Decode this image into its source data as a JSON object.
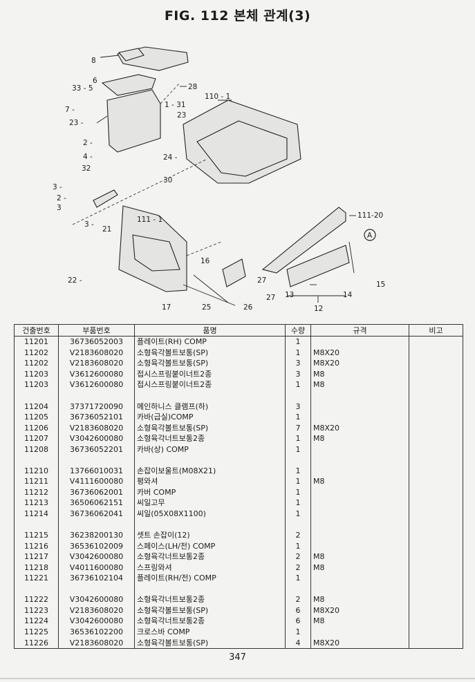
{
  "title": "FIG. 112 본체 관계(3)",
  "diagram_labels": {
    "l8": "8",
    "l28": "28",
    "l6": "6",
    "l33_5": "33 - 5",
    "l7": "7 -",
    "l1_31": "1 - 31",
    "l23a": "23",
    "l23b": "23 -",
    "l110_1": "110 - 1",
    "l2a": "2 -",
    "l4": "4 -",
    "l32": "32",
    "l24": "24 -",
    "l30": "30",
    "l3a": "3 -",
    "l2b": "2 -",
    "l3b": "3",
    "l111_1": "111 - 1",
    "l3c": "3 -",
    "l21": "21",
    "l111_20": "111-20",
    "lA": "A",
    "l16": "16",
    "l22": "22 -",
    "l27a": "27",
    "l27b": "27",
    "l26": "26",
    "l17": "17",
    "l25": "25",
    "l13": "13",
    "l14": "14",
    "l12": "12",
    "l15": "15"
  },
  "table": {
    "headers": [
      "건출번호",
      "부품번호",
      "품명",
      "수량",
      "규격",
      "비고"
    ],
    "rows": [
      [
        "11201",
        "36736052003",
        "플레이트(RH) COMP",
        "1",
        "",
        ""
      ],
      [
        "11202",
        "V2183608020",
        "소형육각볼트보통(SP)",
        "1",
        "M8X20",
        ""
      ],
      [
        "11202",
        "V2183608020",
        "소형육각볼트보통(SP)",
        "3",
        "M8X20",
        ""
      ],
      [
        "11203",
        "V3612600080",
        "접시스프링붙이너트2종",
        "3",
        "M8",
        ""
      ],
      [
        "11203",
        "V3612600080",
        "접시스프링붙이너트2종",
        "1",
        "M8",
        ""
      ],
      [
        "",
        "",
        "",
        "",
        "",
        ""
      ],
      [
        "11204",
        "37371720090",
        "메인하니스 클램프(하)",
        "3",
        "",
        ""
      ],
      [
        "11205",
        "36736052101",
        "카바(급실)COMP",
        "1",
        "",
        ""
      ],
      [
        "11206",
        "V2183608020",
        "소형육각볼트보통(SP)",
        "7",
        "M8X20",
        ""
      ],
      [
        "11207",
        "V3042600080",
        "소형육각너트보통2종",
        "1",
        "M8",
        ""
      ],
      [
        "11208",
        "36736052201",
        "카바(상) COMP",
        "1",
        "",
        ""
      ],
      [
        "",
        "",
        "",
        "",
        "",
        ""
      ],
      [
        "11210",
        "13766010031",
        "손잡이보울트(M08X21)",
        "1",
        "",
        ""
      ],
      [
        "11211",
        "V4111600080",
        "평와셔",
        "1",
        "M8",
        ""
      ],
      [
        "11212",
        "36736062001",
        "카버  COMP",
        "1",
        "",
        ""
      ],
      [
        "11213",
        "36506062151",
        "씨일고무",
        "1",
        "",
        ""
      ],
      [
        "11214",
        "36736062041",
        "씨일(05X08X1100)",
        "1",
        "",
        ""
      ],
      [
        "",
        "",
        "",
        "",
        "",
        ""
      ],
      [
        "11215",
        "36238200130",
        "셋트 손잡이(12)",
        "2",
        "",
        ""
      ],
      [
        "11216",
        "36536102009",
        "스페이스(LH/전) COMP",
        "1",
        "",
        ""
      ],
      [
        "11217",
        "V3042600080",
        "소형육각너트보통2종",
        "2",
        "M8",
        ""
      ],
      [
        "11218",
        "V4011600080",
        "스프링와셔",
        "2",
        "M8",
        ""
      ],
      [
        "11221",
        "36736102104",
        "플레이트(RH/전) COMP",
        "1",
        "",
        ""
      ],
      [
        "",
        "",
        "",
        "",
        "",
        ""
      ],
      [
        "11222",
        "V3042600080",
        "소형육각너트보통2종",
        "2",
        "M8",
        ""
      ],
      [
        "11223",
        "V2183608020",
        "소형육각볼트보통(SP)",
        "6",
        "M8X20",
        ""
      ],
      [
        "11224",
        "V3042600080",
        "소형육각너트보통2종",
        "6",
        "M8",
        ""
      ],
      [
        "11225",
        "36536102200",
        "크로스바  COMP",
        "1",
        "",
        ""
      ],
      [
        "11226",
        "V2183608020",
        "소형육각볼트보통(SP)",
        "4",
        "M8X20",
        ""
      ]
    ]
  },
  "page_number": "347"
}
